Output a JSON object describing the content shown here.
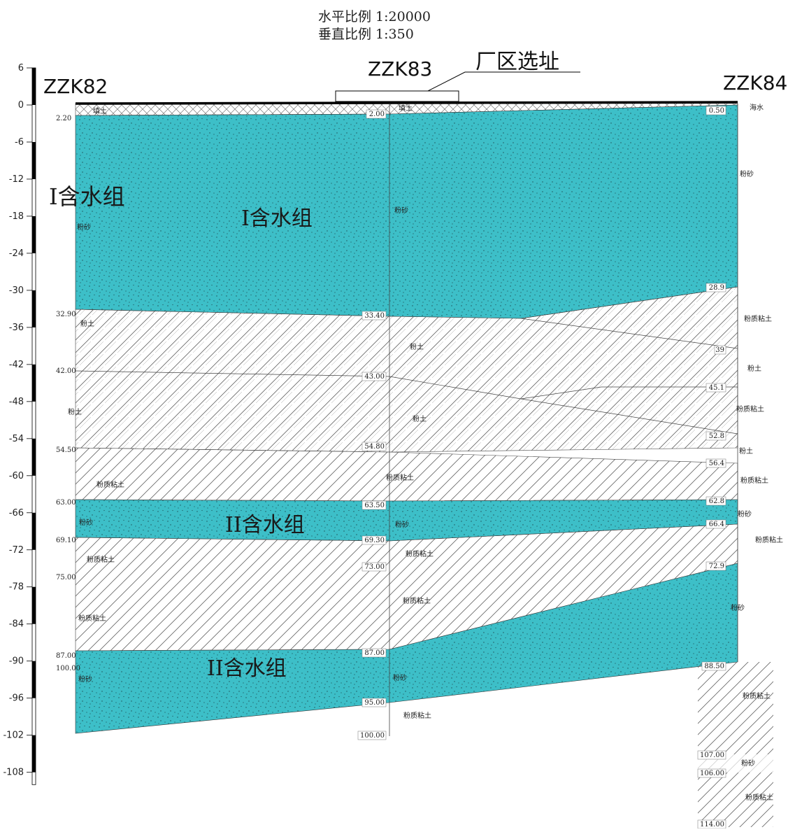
{
  "scale": {
    "horizontal": "水平比例   1:20000",
    "vertical": "垂直比例   1:350"
  },
  "site_label": "厂区选址",
  "colors": {
    "aquifer": "#3dbfc8",
    "aquifer_dots": "#1d4f55",
    "hatch": "#555555",
    "line": "#000000"
  },
  "ruler_ticks": [
    "6",
    "0",
    "-6",
    "-12",
    "-18",
    "-24",
    "-30",
    "-36",
    "-42",
    "-48",
    "-54",
    "-60",
    "-66",
    "-72",
    "-78",
    "-84",
    "-90",
    "-96",
    "-102",
    "-108"
  ],
  "boreholes": [
    {
      "name": "ZZK82",
      "depths": [
        "2.20",
        "32.90",
        "42.00",
        "54.50",
        "63.00",
        "69.10",
        "75.00",
        "87.00",
        "100.00"
      ],
      "lithology": [
        "填土",
        "粉砂",
        "粉土",
        "粉土",
        "粉质粘土",
        "粉砂",
        "粉质粘土",
        "粉质粘土",
        "粉砂"
      ]
    },
    {
      "name": "ZZK83",
      "depths": [
        "2.00",
        "33.40",
        "43.00",
        "54.80",
        "63.50",
        "69.30",
        "73.00",
        "87.00",
        "95.00",
        "100.00"
      ],
      "lithology": [
        "填土",
        "粉砂",
        "粉土",
        "粉土",
        "粉质粘土",
        "粉砂",
        "粉质粘土",
        "粉质粘土",
        "粉砂",
        "粉质粘土"
      ]
    },
    {
      "name": "ZZK84",
      "depths": [
        "0.50",
        "28.9",
        "39",
        "45.1",
        "52.8",
        "56.4",
        "62.8",
        "66.4",
        "72.9",
        "88.50",
        "107.00",
        "106.00",
        "114.00"
      ],
      "lithology": [
        "海水",
        "粉砂",
        "粉质粘土",
        "粉土",
        "粉质粘土",
        "粉土",
        "粉质粘土",
        "粉砂",
        "粉质粘土",
        "粉砂",
        "粉质粘土",
        "粉砂",
        "粉质粘土"
      ]
    }
  ],
  "aquifers": {
    "group_I": "I含水组",
    "group_II": "II含水组"
  }
}
